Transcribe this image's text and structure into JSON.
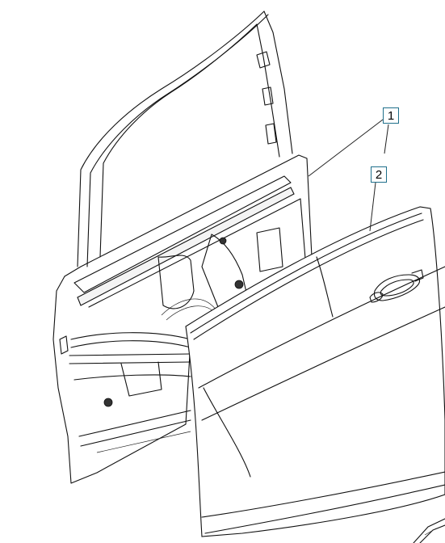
{
  "callouts": [
    {
      "id": "1",
      "label": "1"
    },
    {
      "id": "2",
      "label": "2"
    }
  ],
  "colors": {
    "line": "#111111",
    "callout_border": "#1f6f8b",
    "background": "#ffffff"
  },
  "icons": {
    "partial_part": "corner-part-fragment"
  }
}
